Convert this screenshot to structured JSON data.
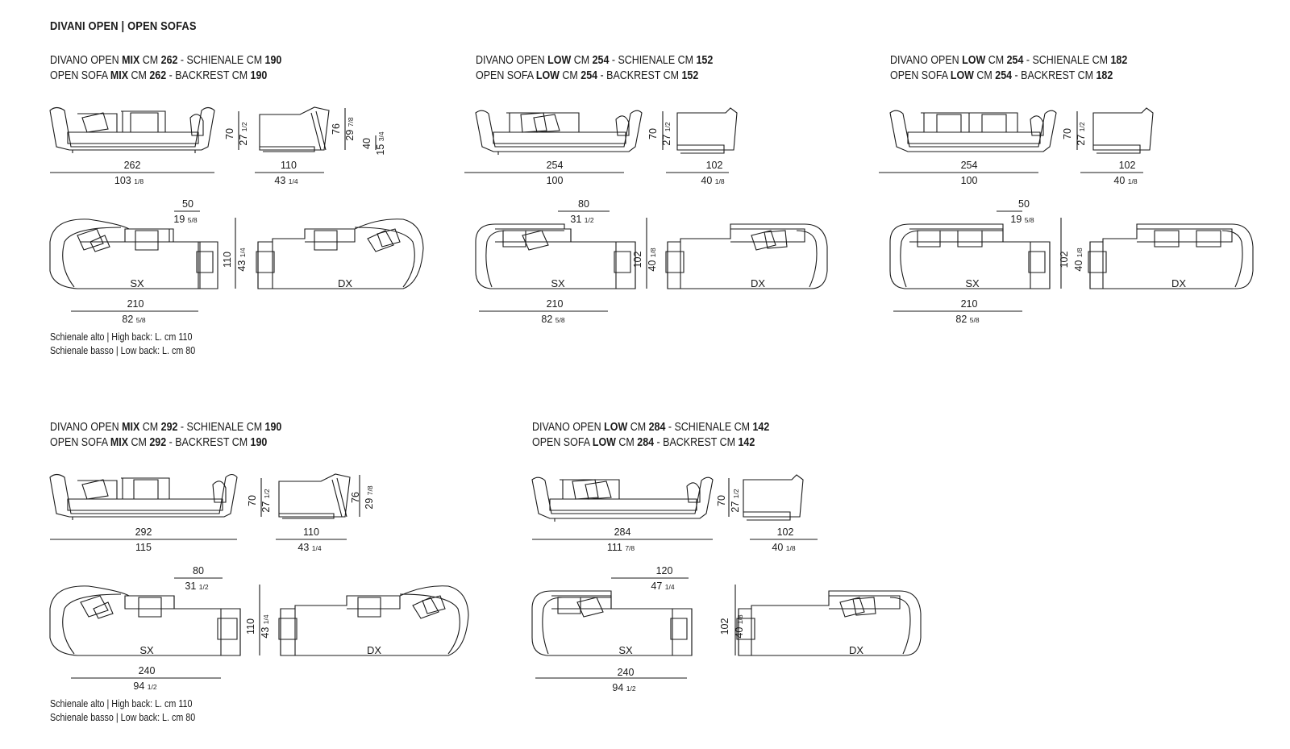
{
  "page_title": "DIVANI OPEN | OPEN SOFAS",
  "variants": [
    {
      "title_it": [
        "DIVANO OPEN ",
        "MIX",
        " CM ",
        "262",
        " - SCHIENALE CM ",
        "190"
      ],
      "title_en": [
        "OPEN SOFA ",
        "MIX",
        " CM ",
        "262",
        " - BACKREST CM ",
        "190"
      ],
      "front_cm": "262",
      "front_in": "103",
      "front_in_frac": "1/8",
      "height_cm": "70",
      "height_in": "27",
      "height_in_frac": "1/2",
      "side_cm": "110",
      "side_in": "43",
      "side_in_frac": "1/4",
      "side_height_cm": "76",
      "side_height_in": "29",
      "side_height_in_frac": "7/8",
      "seat_height_cm": "40",
      "seat_height_in": "15",
      "seat_height_in_frac": "3/4",
      "back_cm": "50",
      "back_in": "19",
      "back_in_frac": "5/8",
      "depth_cm": "110",
      "depth_in": "43",
      "depth_in_frac": "1/4",
      "plan_cm": "210",
      "plan_in": "82",
      "plan_in_frac": "5/8",
      "left_label": "SX",
      "right_label": "DX",
      "notes": [
        "Schienale alto | High back: L. cm 110",
        "Schienale basso | Low back: L. cm 80"
      ]
    },
    {
      "title_it": [
        "DIVANO OPEN ",
        "LOW",
        " CM ",
        "254",
        " - SCHIENALE CM ",
        "152"
      ],
      "title_en": [
        "OPEN SOFA ",
        "LOW",
        " CM ",
        "254",
        " - BACKREST CM ",
        "152"
      ],
      "front_cm": "254",
      "front_in": "100",
      "front_in_frac": "",
      "height_cm": "70",
      "height_in": "27",
      "height_in_frac": "1/2",
      "side_cm": "102",
      "side_in": "40",
      "side_in_frac": "1/8",
      "back_cm": "80",
      "back_in": "31",
      "back_in_frac": "1/2",
      "depth_cm": "102",
      "depth_in": "40",
      "depth_in_frac": "1/8",
      "plan_cm": "210",
      "plan_in": "82",
      "plan_in_frac": "5/8",
      "left_label": "SX",
      "right_label": "DX"
    },
    {
      "title_it": [
        "DIVANO OPEN ",
        "LOW",
        " CM ",
        "254",
        " - SCHIENALE CM ",
        "182"
      ],
      "title_en": [
        "OPEN SOFA ",
        "LOW",
        " CM ",
        "254",
        " - BACKREST CM ",
        "182"
      ],
      "front_cm": "254",
      "front_in": "100",
      "front_in_frac": "",
      "height_cm": "70",
      "height_in": "27",
      "height_in_frac": "1/2",
      "side_cm": "102",
      "side_in": "40",
      "side_in_frac": "1/8",
      "back_cm": "50",
      "back_in": "19",
      "back_in_frac": "5/8",
      "depth_cm": "102",
      "depth_in": "40",
      "depth_in_frac": "1/8",
      "plan_cm": "210",
      "plan_in": "82",
      "plan_in_frac": "5/8",
      "left_label": "SX",
      "right_label": "DX"
    },
    {
      "title_it": [
        "DIVANO OPEN ",
        "MIX",
        " CM ",
        "292",
        " - SCHIENALE CM ",
        "190"
      ],
      "title_en": [
        "OPEN SOFA ",
        "MIX",
        " CM ",
        "292",
        " - BACKREST CM ",
        "190"
      ],
      "front_cm": "292",
      "front_in": "115",
      "front_in_frac": "",
      "height_cm": "70",
      "height_in": "27",
      "height_in_frac": "1/2",
      "side_cm": "110",
      "side_in": "43",
      "side_in_frac": "1/4",
      "side_height_cm": "76",
      "side_height_in": "29",
      "side_height_in_frac": "7/8",
      "back_cm": "80",
      "back_in": "31",
      "back_in_frac": "1/2",
      "depth_cm": "110",
      "depth_in": "43",
      "depth_in_frac": "1/4",
      "plan_cm": "240",
      "plan_in": "94",
      "plan_in_frac": "1/2",
      "left_label": "SX",
      "right_label": "DX",
      "notes": [
        "Schienale alto | High back: L. cm 110",
        "Schienale basso | Low back: L. cm 80"
      ]
    },
    {
      "title_it": [
        "DIVANO OPEN ",
        "LOW",
        " CM ",
        "284",
        " - SCHIENALE CM ",
        "142"
      ],
      "title_en": [
        "OPEN SOFA ",
        "LOW",
        " CM ",
        "284",
        " - BACKREST CM ",
        "142"
      ],
      "front_cm": "284",
      "front_in": "111",
      "front_in_frac": "7/8",
      "height_cm": "70",
      "height_in": "27",
      "height_in_frac": "1/2",
      "side_cm": "102",
      "side_in": "40",
      "side_in_frac": "1/8",
      "back_cm": "120",
      "back_in": "47",
      "back_in_frac": "1/4",
      "depth_cm": "102",
      "depth_in": "40",
      "depth_in_frac": "1/8",
      "plan_cm": "240",
      "plan_in": "94",
      "plan_in_frac": "1/2",
      "left_label": "SX",
      "right_label": "DX"
    }
  ]
}
